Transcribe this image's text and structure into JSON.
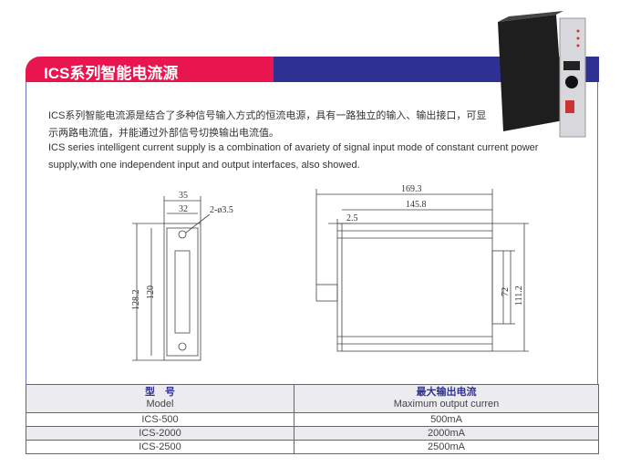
{
  "header": {
    "title": "ICS系列智能电流源"
  },
  "description": {
    "zh_line1": "ICS系列智能电流源是结合了多种信号输入方式的恒流电源，具有一路独立的输入、输出接口，可显",
    "zh_line2": "示两路电流值，并能通过外部信号切换输出电流值。",
    "en_line1": "ICS series intelligent current supply is a combination of avariety of signal input mode of constant current power",
    "en_line2": "supply,with one independent input and output interfaces, also showed."
  },
  "drawing_front": {
    "width_outer": "35",
    "width_inner": "32",
    "holes": "2-ø3.5",
    "height_outer": "128.2",
    "height_inner": "120"
  },
  "drawing_side": {
    "length_total": "169.3",
    "length_body": "145.8",
    "offset": "2.5",
    "height_inner": "72",
    "height_outer": "111.2"
  },
  "table": {
    "headers": [
      {
        "zh": "型　号",
        "en": "Model"
      },
      {
        "zh": "最大输出电流",
        "en": "Maximum output curren"
      }
    ],
    "rows": [
      [
        "ICS-500",
        "500mA"
      ],
      [
        "ICS-2000",
        "2000mA"
      ],
      [
        "ICS-2500",
        "2500mA"
      ]
    ]
  },
  "colors": {
    "red": "#e8154f",
    "blue": "#2e3192"
  }
}
